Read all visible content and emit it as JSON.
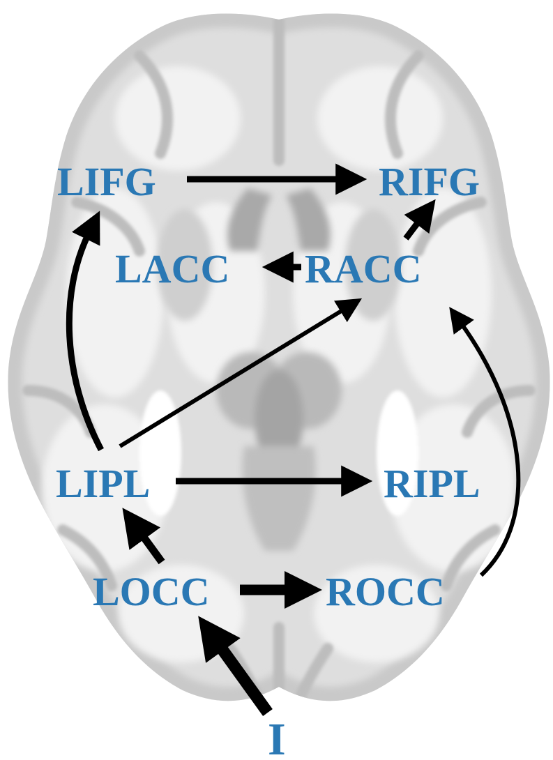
{
  "colors": {
    "label": "#2a78b4",
    "arrow": "#000000",
    "brain_fill": "#e6e6e6",
    "white_matter": "#f1f1f1",
    "gray_matter": "#c4c4c4",
    "deep_structure": "#a9a9a9"
  },
  "nodes": {
    "lifg": "LIFG",
    "rifg": "RIFG",
    "lacc": "LACC",
    "racc": "RACC",
    "lipl": "LIPL",
    "ripl": "RIPL",
    "locc": "LOCC",
    "rocc": "ROCC",
    "input": "I"
  },
  "connections": [
    {
      "from": "LIFG",
      "to": "RIFG",
      "weight": "medium"
    },
    {
      "from": "RACC",
      "to": "RIFG",
      "weight": "medium"
    },
    {
      "from": "RACC",
      "to": "LACC",
      "weight": "medium"
    },
    {
      "from": "LIPL",
      "to": "LIFG",
      "weight": "medium"
    },
    {
      "from": "LIPL",
      "to": "RACC",
      "weight": "thin"
    },
    {
      "from": "ROCC",
      "to": "RACC",
      "weight": "thin"
    },
    {
      "from": "LIPL",
      "to": "RIPL",
      "weight": "medium"
    },
    {
      "from": "LOCC",
      "to": "LIPL",
      "weight": "medium"
    },
    {
      "from": "LOCC",
      "to": "ROCC",
      "weight": "thick"
    },
    {
      "from": "I",
      "to": "LOCC",
      "weight": "thick"
    }
  ]
}
